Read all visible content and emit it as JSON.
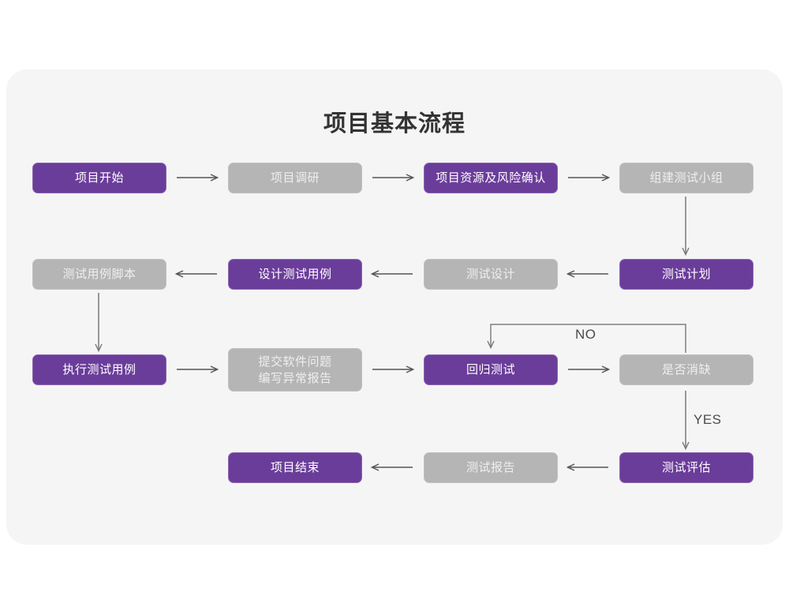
{
  "diagram": {
    "title": "项目基本流程",
    "colors": {
      "purple": "#6B3D9A",
      "gray": "#B5B5B5",
      "panel": "#F5F5F5",
      "arrow": "#555555",
      "title_text": "#333333"
    },
    "nodes": [
      {
        "id": "n1",
        "label": "项目开始",
        "style": "purple",
        "row": 1,
        "col": 1
      },
      {
        "id": "n2",
        "label": "项目调研",
        "style": "gray",
        "row": 1,
        "col": 2
      },
      {
        "id": "n3",
        "label": "项目资源及风险确认",
        "style": "purple",
        "row": 1,
        "col": 3
      },
      {
        "id": "n4",
        "label": "组建测试小组",
        "style": "gray",
        "row": 1,
        "col": 4
      },
      {
        "id": "n5",
        "label": "测试用例脚本",
        "style": "gray",
        "row": 2,
        "col": 1
      },
      {
        "id": "n6",
        "label": "设计测试用例",
        "style": "purple",
        "row": 2,
        "col": 2
      },
      {
        "id": "n7",
        "label": "测试设计",
        "style": "gray",
        "row": 2,
        "col": 3
      },
      {
        "id": "n8",
        "label": "测试计划",
        "style": "purple",
        "row": 2,
        "col": 4
      },
      {
        "id": "n9",
        "label": "执行测试用例",
        "style": "purple",
        "row": 3,
        "col": 1
      },
      {
        "id": "n10",
        "label": "提交软件问题\n编写异常报告",
        "style": "gray",
        "row": 3,
        "col": 2
      },
      {
        "id": "n11",
        "label": "回归测试",
        "style": "purple",
        "row": 3,
        "col": 3
      },
      {
        "id": "n12",
        "label": "是否消缺",
        "style": "gray",
        "row": 3,
        "col": 4
      },
      {
        "id": "n13",
        "label": "项目结束",
        "style": "purple",
        "row": 4,
        "col": 2
      },
      {
        "id": "n14",
        "label": "测试报告",
        "style": "gray",
        "row": 4,
        "col": 3
      },
      {
        "id": "n15",
        "label": "测试评估",
        "style": "purple",
        "row": 4,
        "col": 4
      }
    ],
    "edges": [
      {
        "from": "n1",
        "to": "n2",
        "direction": "right",
        "label": ""
      },
      {
        "from": "n2",
        "to": "n3",
        "direction": "right",
        "label": ""
      },
      {
        "from": "n3",
        "to": "n4",
        "direction": "right",
        "label": ""
      },
      {
        "from": "n4",
        "to": "n8",
        "direction": "down",
        "label": ""
      },
      {
        "from": "n8",
        "to": "n7",
        "direction": "left",
        "label": ""
      },
      {
        "from": "n7",
        "to": "n6",
        "direction": "left",
        "label": ""
      },
      {
        "from": "n6",
        "to": "n5",
        "direction": "left",
        "label": ""
      },
      {
        "from": "n5",
        "to": "n9",
        "direction": "down",
        "label": ""
      },
      {
        "from": "n9",
        "to": "n10",
        "direction": "right",
        "label": ""
      },
      {
        "from": "n10",
        "to": "n11",
        "direction": "right",
        "label": ""
      },
      {
        "from": "n11",
        "to": "n12",
        "direction": "right",
        "label": ""
      },
      {
        "from": "n12",
        "to": "n11",
        "direction": "loop-up-left",
        "label": "NO"
      },
      {
        "from": "n12",
        "to": "n15",
        "direction": "down",
        "label": "YES"
      },
      {
        "from": "n15",
        "to": "n14",
        "direction": "left",
        "label": ""
      },
      {
        "from": "n14",
        "to": "n13",
        "direction": "left",
        "label": ""
      }
    ],
    "edge_labels": {
      "no": "NO",
      "yes": "YES"
    }
  }
}
